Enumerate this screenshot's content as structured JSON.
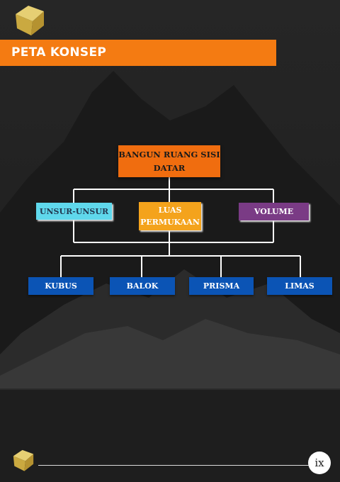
{
  "header": {
    "title": "PETA KONSEP"
  },
  "diagram": {
    "root": "BANGUN RUANG SISI DATAR",
    "branches": [
      "UNSUR-UNSUR",
      "LUAS PERMUKAAN",
      "VOLUME"
    ],
    "leaves": [
      "KUBUS",
      "BALOK",
      "PRISMA",
      "LIMAS"
    ]
  },
  "footer": {
    "page_number": "ix"
  },
  "colors": {
    "banner": "#f47b12",
    "root": "#f06d0f",
    "unsur": "#5fd8ec",
    "luas": "#f4a31c",
    "volume": "#7a3b85",
    "leaf": "#0b54b5",
    "background": "#232323"
  },
  "icons": [
    "gold-cube-icon"
  ]
}
